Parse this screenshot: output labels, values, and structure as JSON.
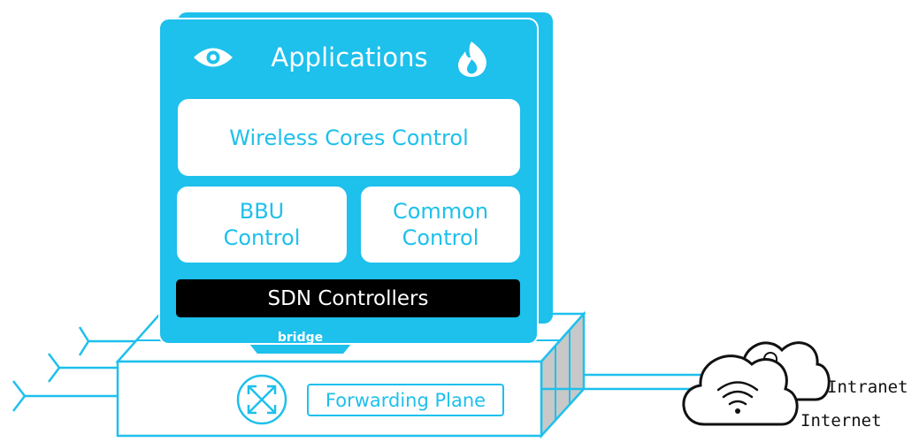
{
  "applications": {
    "title": "Applications",
    "left_icon": "eye-icon",
    "right_icon": "flame-icon"
  },
  "blocks": {
    "wireless_cores_control": "Wireless Cores Control",
    "bbu_control": [
      "BBU",
      "Control"
    ],
    "common_control": [
      "Common",
      "Control"
    ],
    "sdn_controllers": "SDN Controllers"
  },
  "bridge": {
    "label": "bridge"
  },
  "forwarding_plane": {
    "label": "Forwarding Plane",
    "icon": "crossed-arrows-router-icon"
  },
  "clouds": {
    "intranet": {
      "label": "Intranet",
      "icon": "lock-icon"
    },
    "internet": {
      "label": "Internet",
      "icon": "wifi-icon"
    }
  },
  "colors": {
    "accent": "#1ec0ec",
    "controller_bar": "#000000",
    "slab_side": "#c8c8c8"
  }
}
